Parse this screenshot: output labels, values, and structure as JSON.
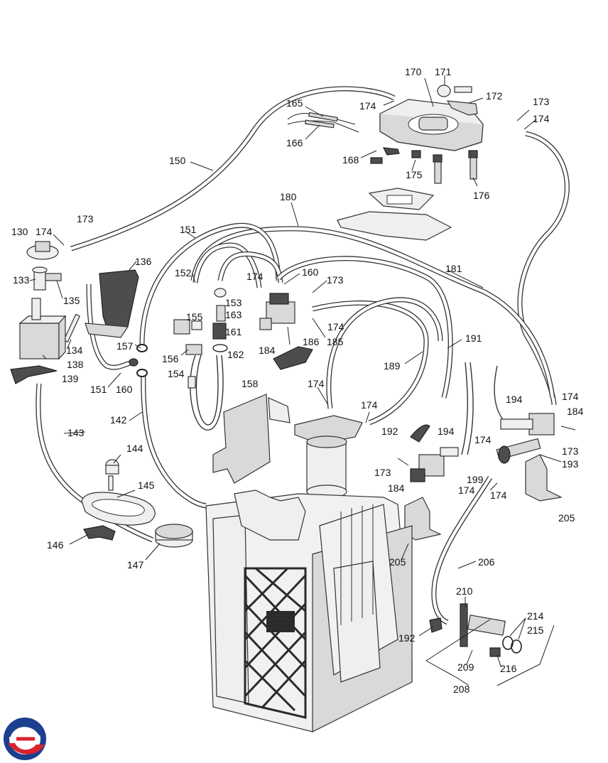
{
  "labels": [
    {
      "id": "l170",
      "text": "170"
    },
    {
      "id": "l171",
      "text": "171"
    },
    {
      "id": "l172",
      "text": "172"
    },
    {
      "id": "l173a",
      "text": "173"
    },
    {
      "id": "l174a",
      "text": "174"
    },
    {
      "id": "l174b",
      "text": "174"
    },
    {
      "id": "l165",
      "text": "165"
    },
    {
      "id": "l166",
      "text": "166"
    },
    {
      "id": "l168",
      "text": "168"
    },
    {
      "id": "l175",
      "text": "175"
    },
    {
      "id": "l176",
      "text": "176"
    },
    {
      "id": "l150",
      "text": "150"
    },
    {
      "id": "l180",
      "text": "180"
    },
    {
      "id": "l173b",
      "text": "173"
    },
    {
      "id": "l130",
      "text": "130"
    },
    {
      "id": "l174c",
      "text": "174"
    },
    {
      "id": "l151a",
      "text": "151"
    },
    {
      "id": "l181",
      "text": "181"
    },
    {
      "id": "l136",
      "text": "136"
    },
    {
      "id": "l133",
      "text": "133"
    },
    {
      "id": "l135",
      "text": "135"
    },
    {
      "id": "l152",
      "text": "152"
    },
    {
      "id": "l174d",
      "text": "174"
    },
    {
      "id": "l160a",
      "text": "160"
    },
    {
      "id": "l173c",
      "text": "173"
    },
    {
      "id": "l153",
      "text": "153"
    },
    {
      "id": "l155",
      "text": "155"
    },
    {
      "id": "l163",
      "text": "163"
    },
    {
      "id": "l174e",
      "text": "174"
    },
    {
      "id": "l161",
      "text": "161"
    },
    {
      "id": "l186",
      "text": "186"
    },
    {
      "id": "l185",
      "text": "185"
    },
    {
      "id": "l134",
      "text": "134"
    },
    {
      "id": "l157",
      "text": "157"
    },
    {
      "id": "l156",
      "text": "156"
    },
    {
      "id": "l162",
      "text": "162"
    },
    {
      "id": "l184a",
      "text": "184"
    },
    {
      "id": "l191",
      "text": "191"
    },
    {
      "id": "l138",
      "text": "138"
    },
    {
      "id": "l139",
      "text": "139"
    },
    {
      "id": "l154",
      "text": "154"
    },
    {
      "id": "l189",
      "text": "189"
    },
    {
      "id": "l151b",
      "text": "151"
    },
    {
      "id": "l160b",
      "text": "160"
    },
    {
      "id": "l158",
      "text": "158"
    },
    {
      "id": "l174f",
      "text": "174"
    },
    {
      "id": "l194a",
      "text": "194"
    },
    {
      "id": "l174g",
      "text": "174"
    },
    {
      "id": "l184b",
      "text": "184"
    },
    {
      "id": "l142",
      "text": "142"
    },
    {
      "id": "l174h",
      "text": "174"
    },
    {
      "id": "l143",
      "text": "143"
    },
    {
      "id": "l192a",
      "text": "192"
    },
    {
      "id": "l194b",
      "text": "194"
    },
    {
      "id": "l174i",
      "text": "174"
    },
    {
      "id": "l173d",
      "text": "173"
    },
    {
      "id": "l193",
      "text": "193"
    },
    {
      "id": "l144",
      "text": "144"
    },
    {
      "id": "l173e",
      "text": "173"
    },
    {
      "id": "l199",
      "text": "199"
    },
    {
      "id": "l184c",
      "text": "184"
    },
    {
      "id": "l174j",
      "text": "174"
    },
    {
      "id": "l174k",
      "text": "174"
    },
    {
      "id": "l145",
      "text": "145"
    },
    {
      "id": "l205a",
      "text": "205"
    },
    {
      "id": "l146",
      "text": "146"
    },
    {
      "id": "l147",
      "text": "147"
    },
    {
      "id": "l205b",
      "text": "205"
    },
    {
      "id": "l206",
      "text": "206"
    },
    {
      "id": "l210",
      "text": "210"
    },
    {
      "id": "l214",
      "text": "214"
    },
    {
      "id": "l215",
      "text": "215"
    },
    {
      "id": "l192b",
      "text": "192"
    },
    {
      "id": "l209",
      "text": "209"
    },
    {
      "id": "l216",
      "text": "216"
    },
    {
      "id": "l208",
      "text": "208"
    }
  ],
  "logo": {
    "name": "brand-logo",
    "colors": [
      "#1d3f8f",
      "#d9232d"
    ]
  }
}
